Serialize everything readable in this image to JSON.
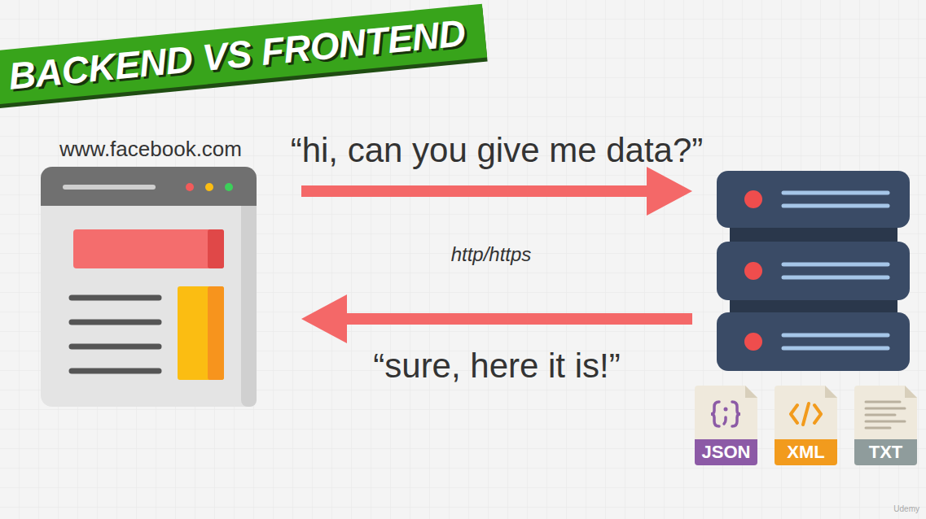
{
  "diagram": {
    "title": "BACKEND VS FRONTEND",
    "nodes": [
      {
        "text": [
          "www.facebook.com"
        ]
      },
      {
        "text": []
      },
      {
        "text": [
          "JSON"
        ]
      },
      {
        "text": [
          "XML"
        ]
      },
      {
        "text": [
          "TXT"
        ]
      }
    ],
    "edges": [
      {
        "from": 0,
        "to": 1,
        "arrow": "to",
        "label": "“hi, can you give me data?”"
      },
      {
        "from": 1,
        "to": 0,
        "arrow": "to",
        "label": "“sure, here it is!”"
      }
    ],
    "labels": [
      "http/https",
      "Udemy"
    ]
  }
}
